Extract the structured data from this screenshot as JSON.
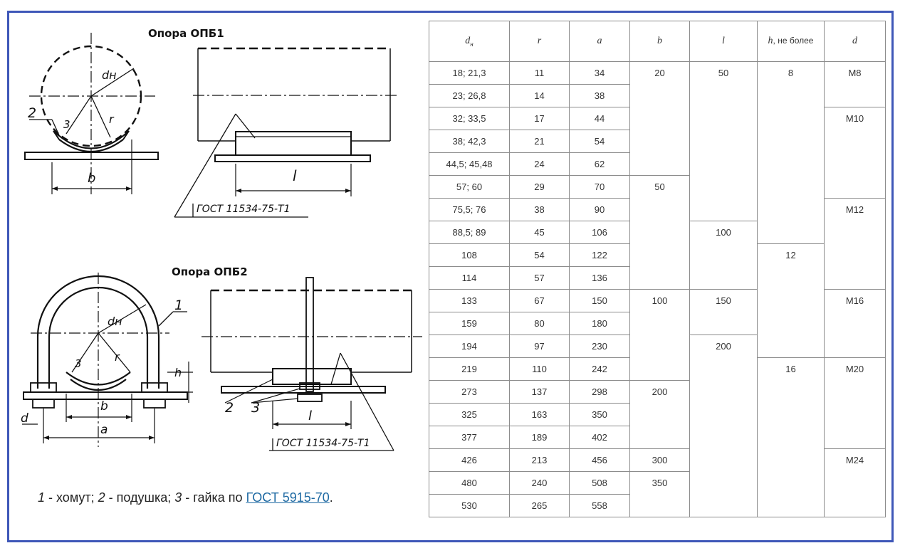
{
  "drawing": {
    "title_opb1": "Опора ОПБ1",
    "title_opb2": "Опора ОПБ2",
    "labels": {
      "dn_1": "dн",
      "r_1": "r",
      "three_1": "3",
      "two_1": "2",
      "b_1": "b",
      "l_1": "l",
      "gost_1": "ГОСТ 11534-75-Т1",
      "dn_2": "dн",
      "r_2": "r",
      "one_2": "1",
      "three_2": "3",
      "h_2": "h",
      "b_2": "b",
      "a_2": "a",
      "d_2": "d",
      "two_3": "2",
      "three_3": "3",
      "l_3": "l",
      "gost_2": "ГОСТ 11534-75-Т1"
    }
  },
  "caption": {
    "n1": "1",
    "t1": " - хомут; ",
    "n2": "2",
    "t2": " - подушка; ",
    "n3": "3",
    "t3": " - гайка по ",
    "link": "ГОСТ 5915-70",
    "end": "."
  },
  "table": {
    "headers": {
      "dn": "d",
      "dn_sub": "н",
      "r": "r",
      "a": "a",
      "b": "b",
      "l": "l",
      "h": "h",
      "h_note": ", не более",
      "d": "d"
    },
    "dn": [
      "18; 21,3",
      "23; 26,8",
      "32; 33,5",
      "38; 42,3",
      "44,5; 45,48",
      "57; 60",
      "75,5; 76",
      "88,5; 89",
      "108",
      "114",
      "133",
      "159",
      "194",
      "219",
      "273",
      "325",
      "377",
      "426",
      "480",
      "530"
    ],
    "r": [
      "11",
      "14",
      "17",
      "21",
      "24",
      "29",
      "38",
      "45",
      "54",
      "57",
      "67",
      "80",
      "97",
      "110",
      "137",
      "163",
      "189",
      "213",
      "240",
      "265"
    ],
    "a": [
      "34",
      "38",
      "44",
      "54",
      "62",
      "70",
      "90",
      "106",
      "122",
      "136",
      "150",
      "180",
      "230",
      "242",
      "298",
      "350",
      "402",
      "456",
      "508",
      "558"
    ],
    "b": [
      "20",
      "50",
      "100",
      "200",
      "300",
      "350"
    ],
    "l": [
      "50",
      "100",
      "150",
      "200"
    ],
    "h": [
      "8",
      "12",
      "16"
    ],
    "d": [
      "М8",
      "М10",
      "М12",
      "М16",
      "М20",
      "М24"
    ]
  }
}
